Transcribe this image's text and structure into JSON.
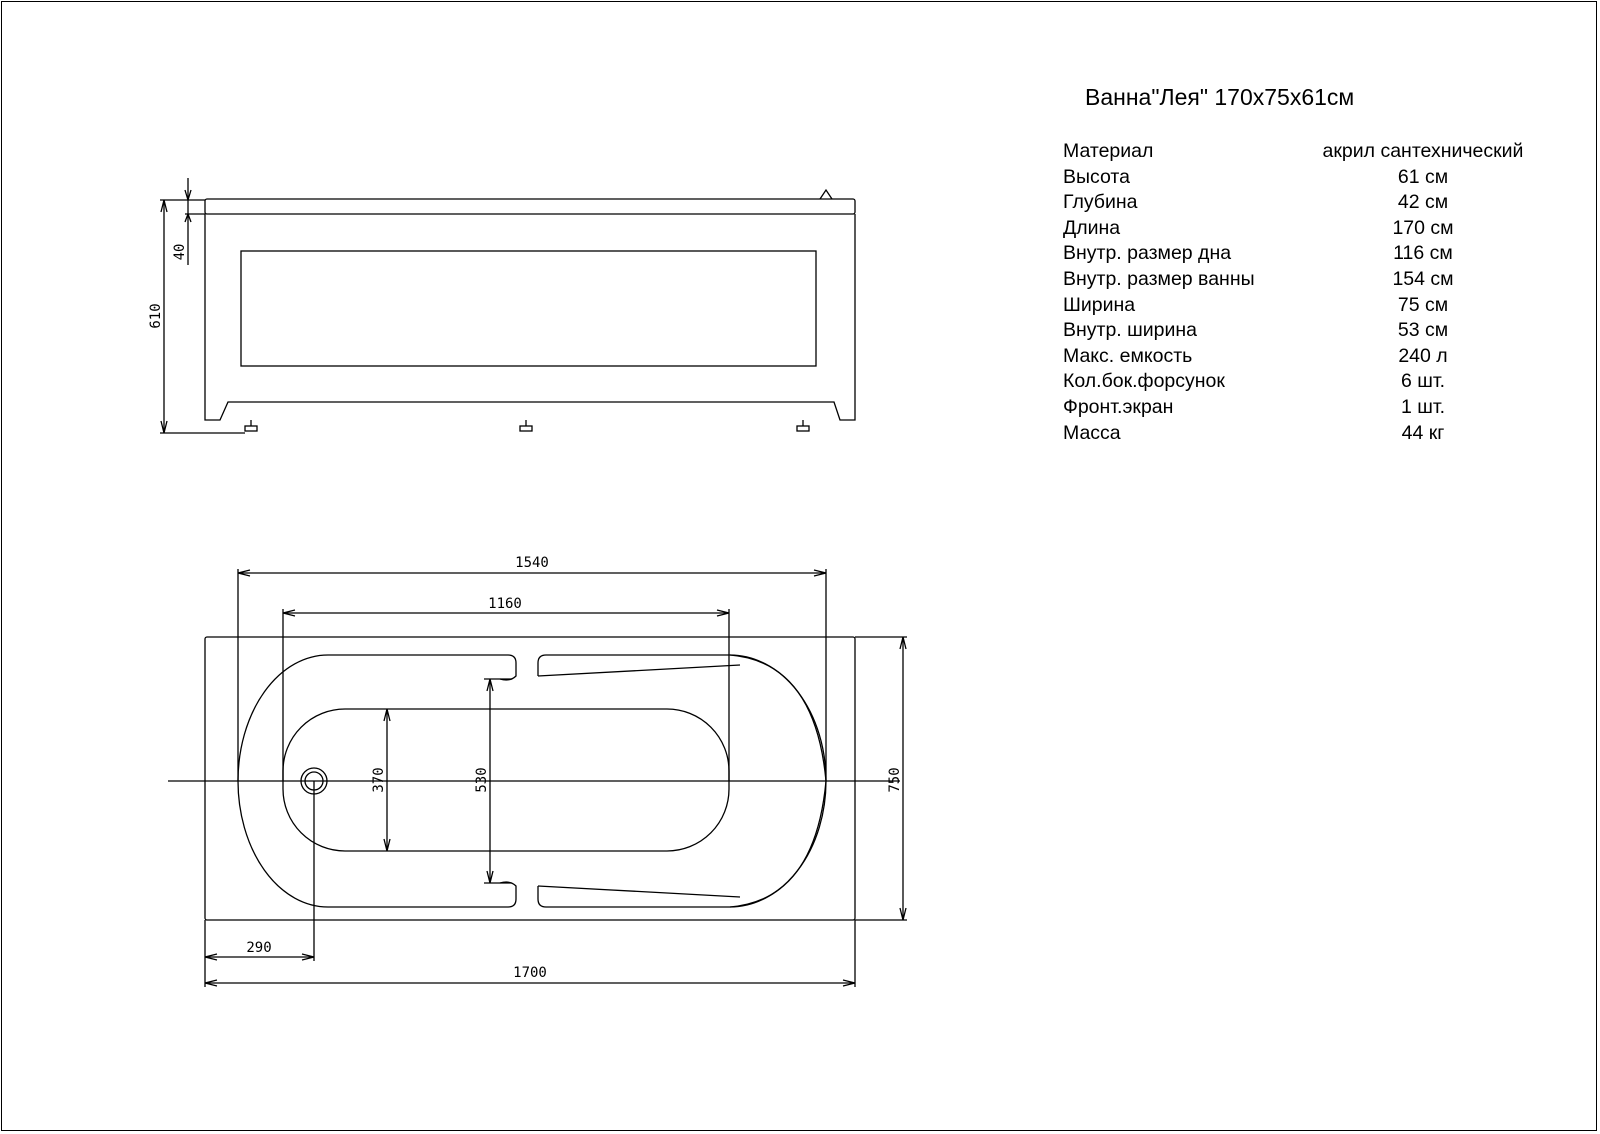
{
  "title": "Ванна\"Лея\" 170x75x61см",
  "specs": [
    {
      "label": "Материал",
      "value": "акрил сантехнический"
    },
    {
      "label": "Высота",
      "value": "61 см"
    },
    {
      "label": "Глубина",
      "value": "42 см"
    },
    {
      "label": "Длина",
      "value": "170 см"
    },
    {
      "label": "Внутр. размер дна",
      "value": "116 см"
    },
    {
      "label": "Внутр. размер ванны",
      "value": "154 см"
    },
    {
      "label": "Ширина",
      "value": "75 см"
    },
    {
      "label": "Внутр. ширина",
      "value": "53 см"
    },
    {
      "label": "Макс. емкость",
      "value": "240 л"
    },
    {
      "label": "Кол.бок.форсунок",
      "value": "6 шт."
    },
    {
      "label": "Фронт.экран",
      "value": "1 шт."
    },
    {
      "label": "Масса",
      "value": "44 кг"
    }
  ],
  "side_view": {
    "dim_height": "610",
    "dim_rim": "40"
  },
  "top_view": {
    "dim_inner_length": "1540",
    "dim_bottom_length": "1160",
    "dim_length": "1700",
    "dim_drain_offset": "290",
    "dim_width": "750",
    "dim_inner_width": "530",
    "dim_bottom_width": "370"
  }
}
